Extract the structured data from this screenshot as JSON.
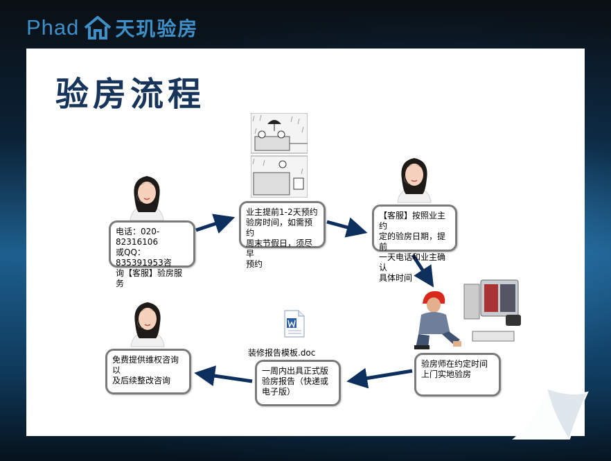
{
  "brand": {
    "name_en": "Phad",
    "name_cn": "天玑验房"
  },
  "page_title": "验房流程",
  "steps": [
    {
      "lines": [
        "电话：020-82316106",
        "或QQ：835391953咨",
        "询【客服】验房服务"
      ]
    },
    {
      "lines": [
        "业主提前1-2天预约",
        "验房时间，如需预约",
        "周末节假日，须尽早",
        "预约"
      ]
    },
    {
      "lines": [
        "【客服】按照业主约",
        "定的验房日期，提前",
        "一天电话和业主确认",
        "具体时间"
      ]
    },
    {
      "lines": [
        "验房师在约定时间",
        "上门实地验房"
      ]
    },
    {
      "lines": [
        "一周内出具正式版",
        "验房报告（快递或",
        "电子版）"
      ]
    },
    {
      "lines": [
        "免费提供维权咨询以",
        "及后续整改咨询"
      ]
    }
  ],
  "attachment": {
    "filename": "装修报告模板.doc"
  },
  "colors": {
    "title": "#17345a",
    "brand": "#3f8fc8",
    "arrow": "#0d2f5e",
    "node_border": "#7a7a7a"
  },
  "icons": [
    "headset-agent-illustration",
    "cartoon-rain-illustration",
    "inspector-with-toolkit-illustration",
    "word-document-icon",
    "house-logo-icon"
  ]
}
